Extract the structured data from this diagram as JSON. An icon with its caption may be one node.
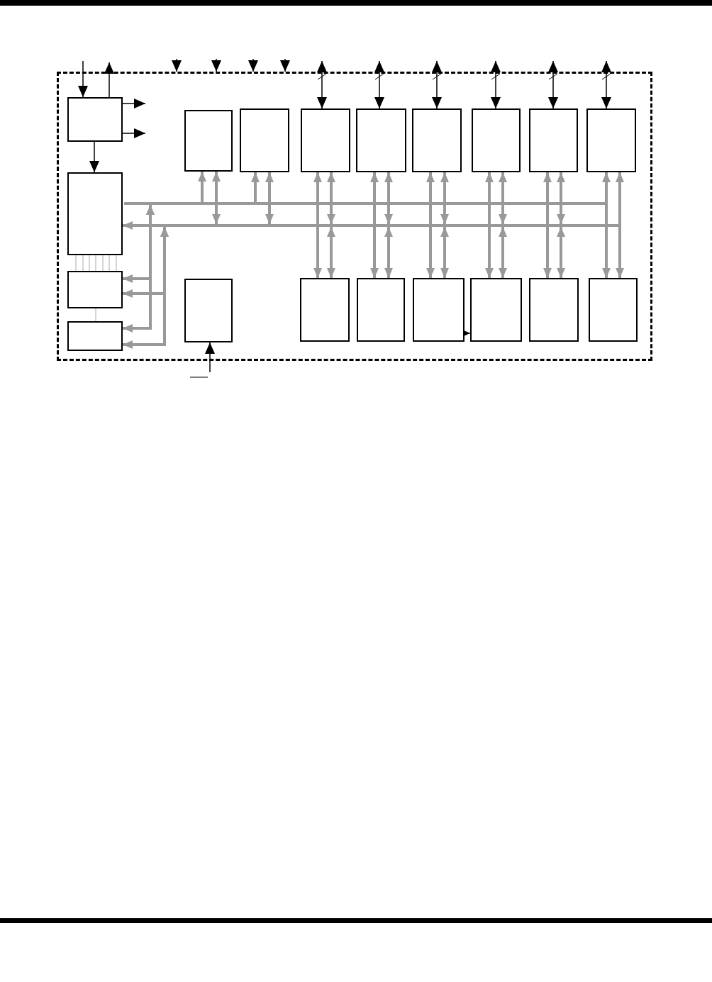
{
  "diagram": {
    "nodes": [
      {
        "text": [],
        "shape": "box"
      },
      {
        "text": [],
        "shape": "box",
        "in": 0
      },
      {
        "text": [],
        "shape": "box",
        "in": 0
      },
      {
        "text": [],
        "shape": "box",
        "in": 0
      },
      {
        "text": [],
        "shape": "box",
        "in": 0
      },
      {
        "text": [],
        "shape": "box",
        "in": 0
      },
      {
        "text": [],
        "shape": "box",
        "in": 0
      },
      {
        "text": [],
        "shape": "box",
        "in": 0
      },
      {
        "text": [],
        "shape": "box",
        "in": 0
      },
      {
        "text": [],
        "shape": "box",
        "in": 0
      },
      {
        "text": [],
        "shape": "box",
        "in": 0
      },
      {
        "text": [],
        "shape": "box",
        "in": 0
      },
      {
        "text": [],
        "shape": "box",
        "in": 0
      },
      {
        "text": [],
        "shape": "box",
        "in": 0
      },
      {
        "text": [],
        "shape": "box",
        "in": 0
      },
      {
        "text": [],
        "shape": "box",
        "in": 0
      },
      {
        "text": [],
        "shape": "box",
        "in": 0
      },
      {
        "text": [],
        "shape": "box",
        "in": 0
      },
      {
        "text": [],
        "shape": "box",
        "in": 0
      },
      {
        "text": [],
        "shape": "box",
        "in": 0
      },
      {
        "text": [],
        "shape": "bar",
        "in": 0
      },
      {
        "text": [],
        "shape": "bar",
        "in": 0
      }
    ],
    "edges": [
      {
        "from": null,
        "to": 1,
        "arrow": "to",
        "color": "#000000"
      },
      {
        "from": 1,
        "to": null,
        "arrow": "to",
        "color": "#000000"
      },
      {
        "from": 1,
        "to": null,
        "arrow": "to",
        "color": "#000000"
      },
      {
        "from": 1,
        "to": null,
        "arrow": "to",
        "color": "#000000"
      },
      {
        "from": 1,
        "to": 2,
        "arrow": "to",
        "color": "#000000"
      },
      {
        "from": null,
        "to": 0,
        "arrow": "to",
        "color": "#000000"
      },
      {
        "from": null,
        "to": 0,
        "arrow": "to",
        "color": "#000000"
      },
      {
        "from": null,
        "to": 0,
        "arrow": "to",
        "color": "#000000"
      },
      {
        "from": null,
        "to": 0,
        "arrow": "to",
        "color": "#000000"
      },
      {
        "from": null,
        "to": 8,
        "arrow": "both",
        "color": "#000000"
      },
      {
        "from": null,
        "to": 9,
        "arrow": "both",
        "color": "#000000"
      },
      {
        "from": null,
        "to": 10,
        "arrow": "both",
        "color": "#000000"
      },
      {
        "from": null,
        "to": 11,
        "arrow": "both",
        "color": "#000000"
      },
      {
        "from": null,
        "to": 12,
        "arrow": "both",
        "color": "#000000"
      },
      {
        "from": null,
        "to": 13,
        "arrow": "both",
        "color": "#000000"
      },
      {
        "from": null,
        "to": 7,
        "arrow": "to",
        "color": "#000000"
      },
      {
        "from": 21,
        "to": 2,
        "arrow": "to"
      },
      {
        "from": 20,
        "to": 5,
        "arrow": "to"
      },
      {
        "from": 5,
        "to": 21,
        "arrow": "both"
      },
      {
        "from": 20,
        "to": 6,
        "arrow": "to"
      },
      {
        "from": 6,
        "to": 21,
        "arrow": "both"
      },
      {
        "from": 8,
        "to": 14,
        "arrow": "both"
      },
      {
        "from": 8,
        "to": 21,
        "arrow": "both"
      },
      {
        "from": 21,
        "to": 14,
        "arrow": "both"
      },
      {
        "from": 9,
        "to": 15,
        "arrow": "both"
      },
      {
        "from": 9,
        "to": 21,
        "arrow": "both"
      },
      {
        "from": 21,
        "to": 15,
        "arrow": "both"
      },
      {
        "from": 10,
        "to": 16,
        "arrow": "both"
      },
      {
        "from": 10,
        "to": 21,
        "arrow": "both"
      },
      {
        "from": 21,
        "to": 16,
        "arrow": "both"
      },
      {
        "from": 11,
        "to": 17,
        "arrow": "both"
      },
      {
        "from": 11,
        "to": 21,
        "arrow": "both"
      },
      {
        "from": 21,
        "to": 17,
        "arrow": "both"
      },
      {
        "from": 12,
        "to": 18,
        "arrow": "both"
      },
      {
        "from": 12,
        "to": 21,
        "arrow": "both"
      },
      {
        "from": 21,
        "to": 18,
        "arrow": "both"
      },
      {
        "from": 13,
        "to": 19,
        "arrow": "both"
      },
      {
        "from": 13,
        "to": 19,
        "arrow": "both"
      },
      {
        "from": 20,
        "to": 3,
        "arrow": "both"
      },
      {
        "from": 20,
        "to": 4,
        "arrow": "both"
      },
      {
        "from": 21,
        "to": 3,
        "arrow": "both"
      },
      {
        "from": 21,
        "to": 4,
        "arrow": "both"
      },
      {
        "from": 2,
        "to": 3,
        "arrow": "none",
        "color": "#aaaaaa"
      },
      {
        "from": 2,
        "to": 3,
        "arrow": "none",
        "color": "#aaaaaa"
      },
      {
        "from": 2,
        "to": 3,
        "arrow": "none",
        "color": "#aaaaaa"
      },
      {
        "from": 2,
        "to": 3,
        "arrow": "none",
        "color": "#aaaaaa"
      },
      {
        "from": 2,
        "to": 3,
        "arrow": "none",
        "color": "#aaaaaa"
      },
      {
        "from": 2,
        "to": 3,
        "arrow": "none",
        "color": "#aaaaaa"
      },
      {
        "from": 2,
        "to": 3,
        "arrow": "none",
        "color": "#aaaaaa"
      },
      {
        "from": 3,
        "to": 4,
        "arrow": "none",
        "color": "#aaaaaa"
      },
      {
        "from": 16,
        "to": 17,
        "arrow": "to",
        "color": "#000000"
      }
    ]
  }
}
